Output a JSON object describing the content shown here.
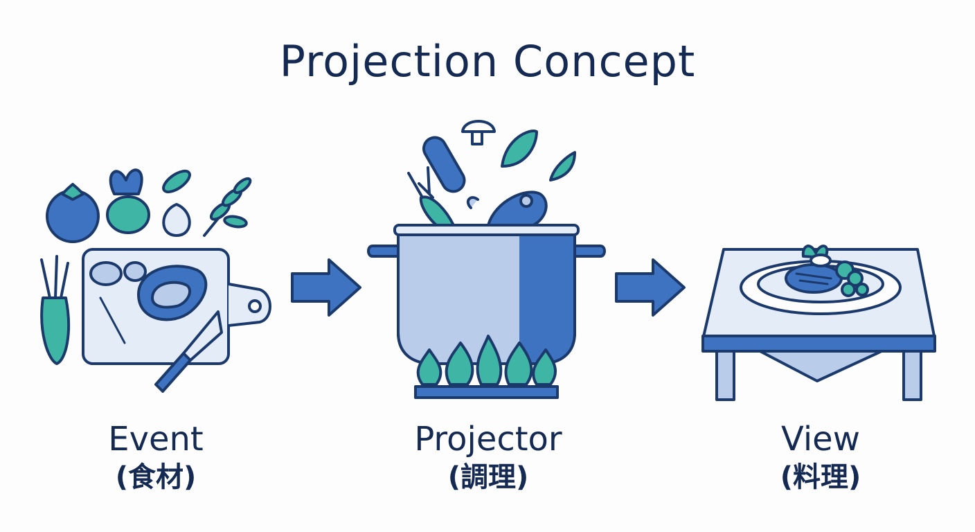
{
  "title": "Projection Concept",
  "colors": {
    "outline": "#1b3a6b",
    "blue": "#3d73c0",
    "light_blue": "#b9cdeb",
    "teal": "#3fb5a5",
    "pale": "#e4ecf7",
    "text": "#152a52"
  },
  "stages": [
    {
      "label": "Event",
      "sublabel": "(食材)",
      "icon": "ingredients-cutting-board-icon"
    },
    {
      "label": "Projector",
      "sublabel": "(調理)",
      "icon": "cooking-pot-icon"
    },
    {
      "label": "View",
      "sublabel": "(料理)",
      "icon": "plated-dish-table-icon"
    }
  ],
  "arrows": [
    "right-arrow-icon",
    "right-arrow-icon"
  ]
}
